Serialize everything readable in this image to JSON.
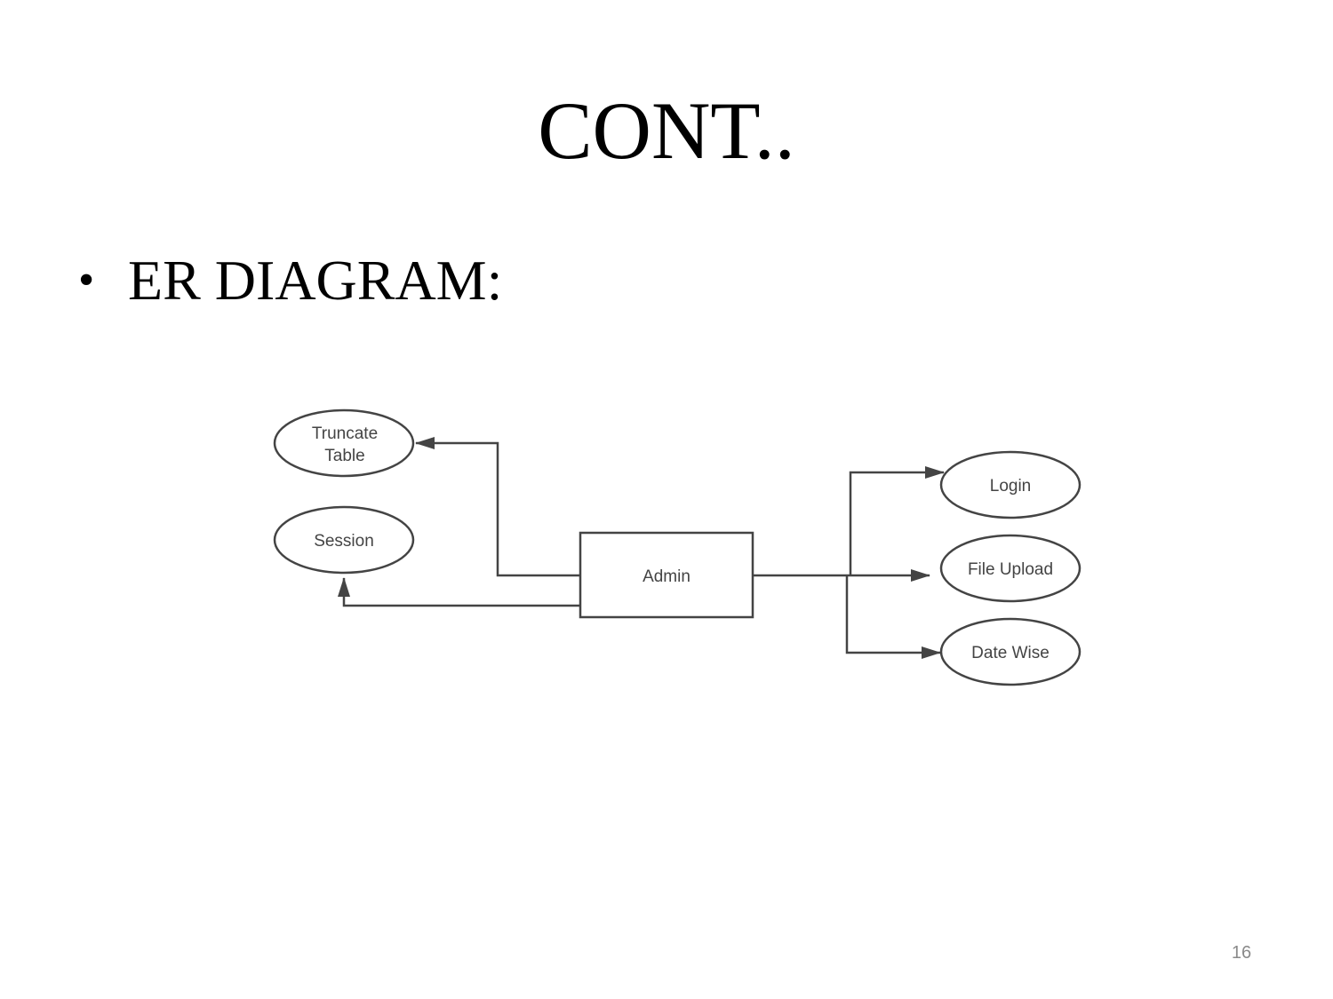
{
  "slide": {
    "title": "CONT..",
    "bullet": "ER DIAGRAM:",
    "page_number": "16"
  },
  "diagram": {
    "central_entity": "Admin",
    "attributes": {
      "truncate_table": [
        "Truncate",
        "Table"
      ],
      "session": "Session",
      "login": "Login",
      "file_upload": "File Upload",
      "date_wise": "Date Wise"
    },
    "colors": {
      "stroke": "#444444",
      "label": "#444444"
    }
  }
}
